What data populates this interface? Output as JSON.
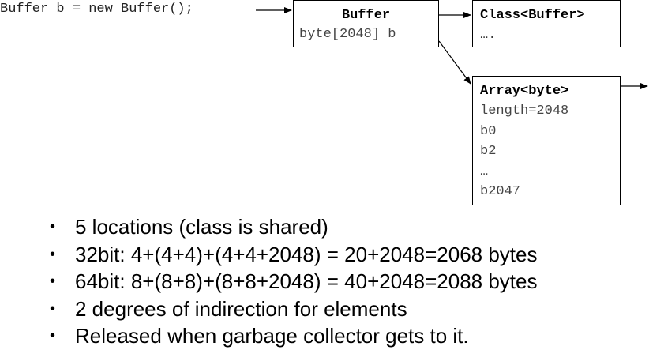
{
  "code": {
    "statement": "Buffer b = new Buffer();"
  },
  "buffer_box": {
    "title": "Buffer",
    "field": "byte[2048] b"
  },
  "class_box": {
    "title": "Class<Buffer>",
    "content": "…."
  },
  "array_box": {
    "title": "Array<byte>",
    "lines": [
      "length=2048",
      "b0",
      "b2",
      "…",
      "b2047"
    ]
  },
  "bullets": [
    "5 locations (class is shared)",
    "32bit: 4+(4+4)+(4+4+2048) = 20+2048=2068 bytes",
    "64bit: 8+(8+8)+(8+8+2048) = 40+2048=2088 bytes",
    "2 degrees of indirection for elements",
    "Released when garbage collector gets to it."
  ],
  "bullet_glyph": "•",
  "colors": {
    "line": "#000000",
    "code_text": "#222222",
    "mono_text": "#444444"
  }
}
